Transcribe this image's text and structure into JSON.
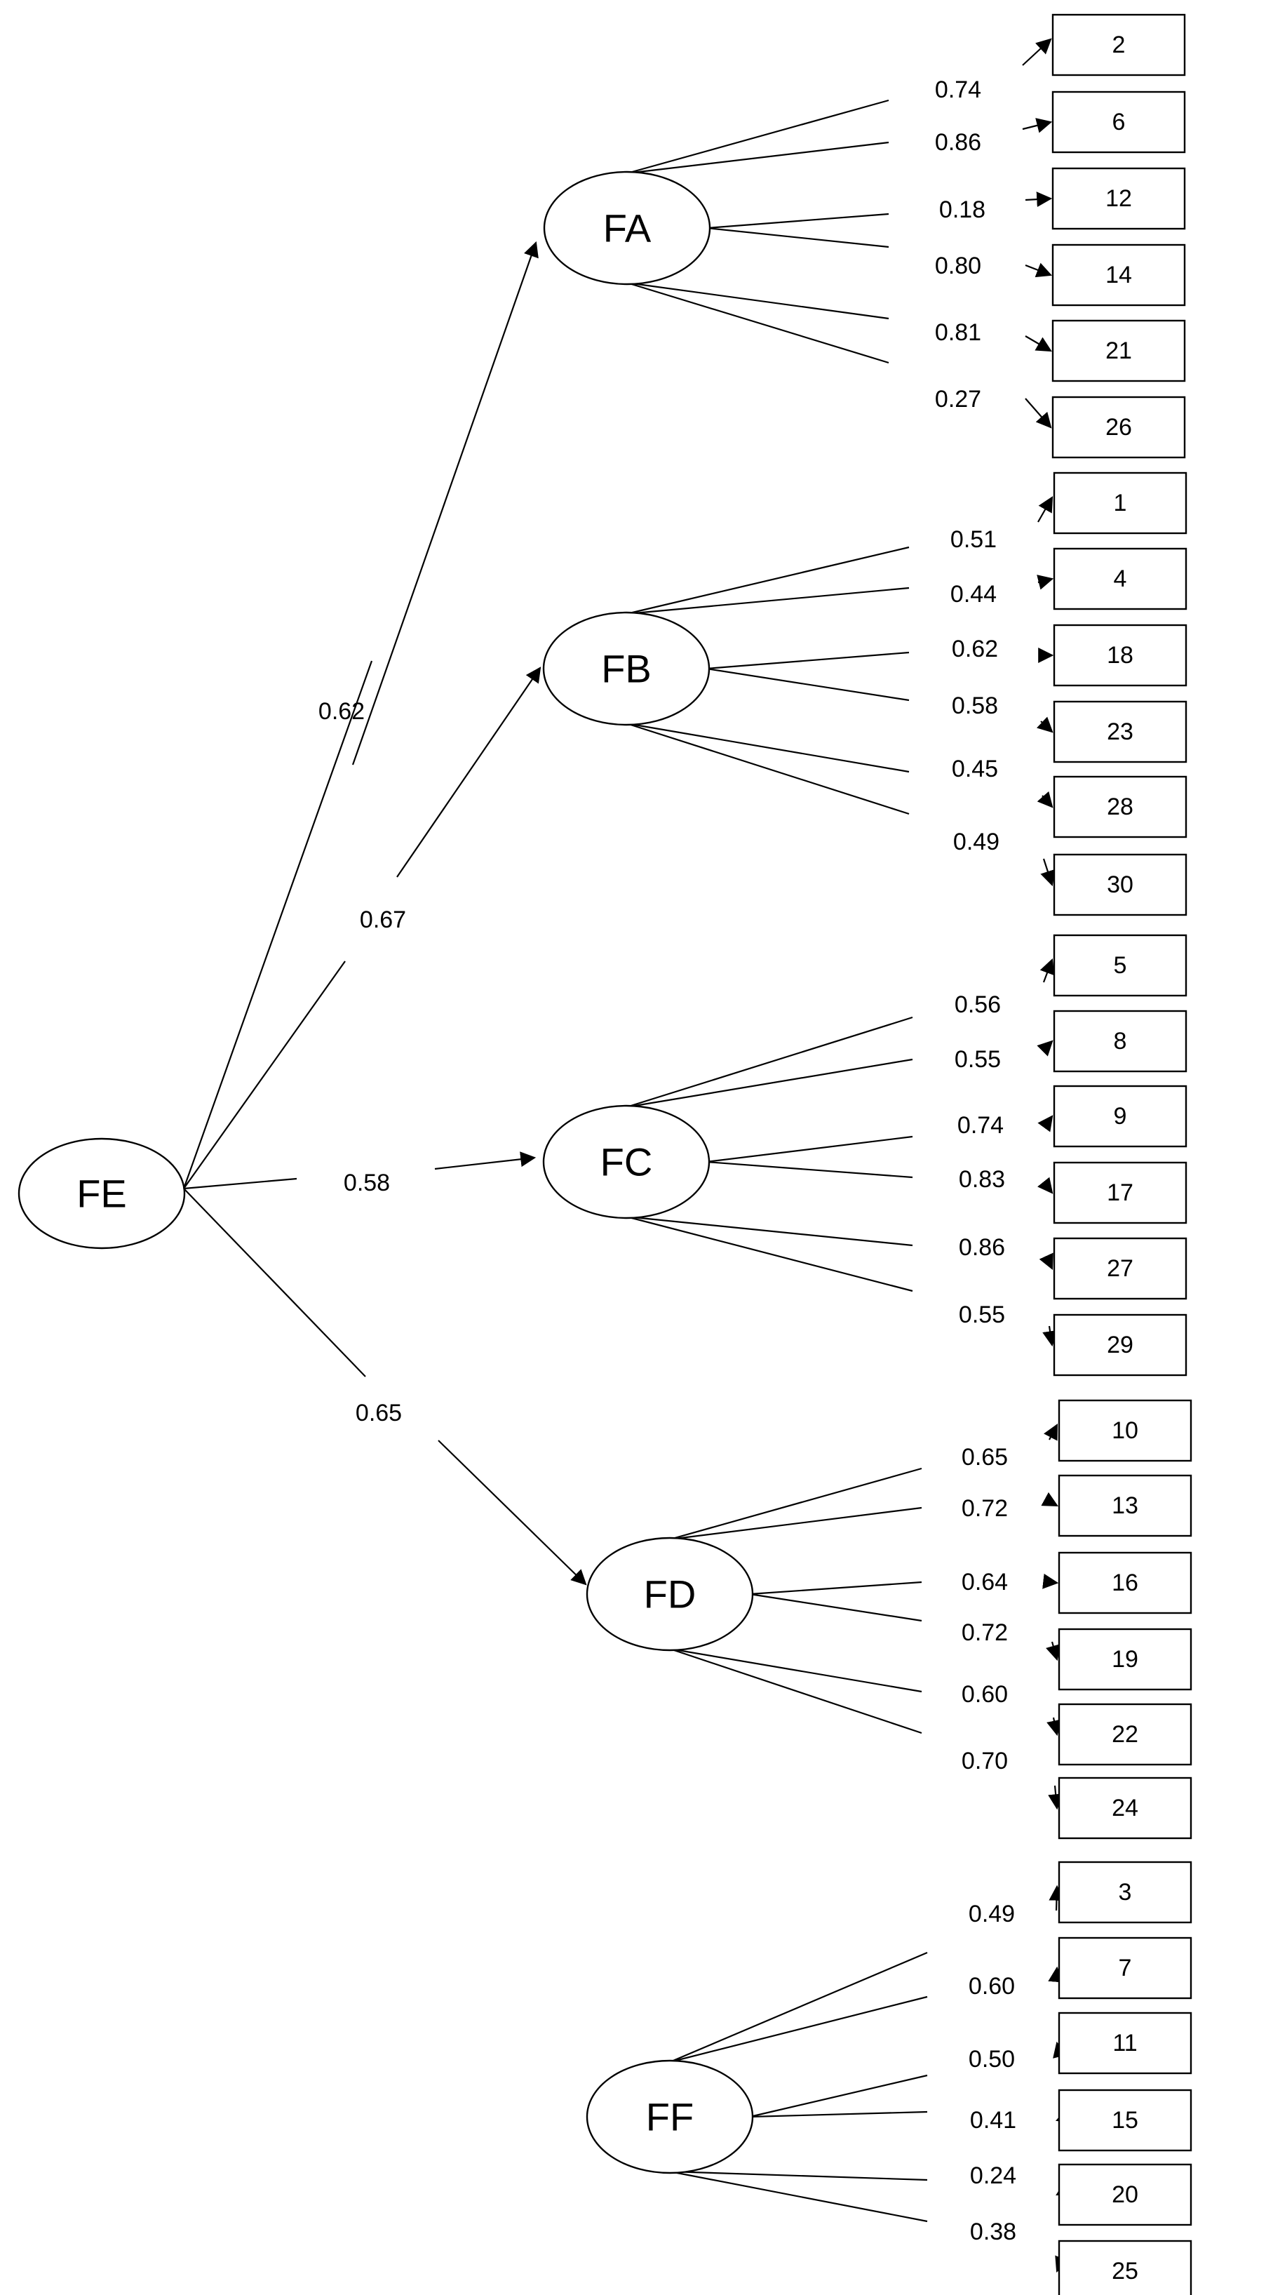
{
  "root": {
    "id": "FE"
  },
  "colors": {
    "line": "#000000",
    "fill": "#ffffff"
  },
  "top_loadings": [
    {
      "to": "FA",
      "value": "0.62"
    },
    {
      "to": "FB",
      "value": "0.67"
    },
    {
      "to": "FC",
      "value": "0.58"
    },
    {
      "to": "FD",
      "value": "0.65"
    }
  ],
  "factors": [
    {
      "id": "FA",
      "items": [
        {
          "box": "2",
          "loading": "0.74"
        },
        {
          "box": "6",
          "loading": "0.86"
        },
        {
          "box": "12",
          "loading": "0.18"
        },
        {
          "box": "14",
          "loading": "0.80"
        },
        {
          "box": "21",
          "loading": "0.81"
        },
        {
          "box": "26",
          "loading": "0.27"
        }
      ]
    },
    {
      "id": "FB",
      "items": [
        {
          "box": "1",
          "loading": "0.51"
        },
        {
          "box": "4",
          "loading": "0.44"
        },
        {
          "box": "18",
          "loading": "0.62"
        },
        {
          "box": "23",
          "loading": "0.58"
        },
        {
          "box": "28",
          "loading": "0.45"
        },
        {
          "box": "30",
          "loading": "0.49"
        }
      ]
    },
    {
      "id": "FC",
      "items": [
        {
          "box": "5",
          "loading": "0.56"
        },
        {
          "box": "8",
          "loading": "0.55"
        },
        {
          "box": "9",
          "loading": "0.74"
        },
        {
          "box": "17",
          "loading": "0.83"
        },
        {
          "box": "27",
          "loading": "0.86"
        },
        {
          "box": "29",
          "loading": "0.55"
        }
      ]
    },
    {
      "id": "FD",
      "items": [
        {
          "box": "10",
          "loading": "0.65"
        },
        {
          "box": "13",
          "loading": "0.72"
        },
        {
          "box": "16",
          "loading": "0.64"
        },
        {
          "box": "19",
          "loading": "0.72"
        },
        {
          "box": "22",
          "loading": "0.60"
        },
        {
          "box": "24",
          "loading": "0.70"
        }
      ]
    },
    {
      "id": "FF",
      "items": [
        {
          "box": "3",
          "loading": "0.49"
        },
        {
          "box": "7",
          "loading": "0.60"
        },
        {
          "box": "11",
          "loading": "0.50"
        },
        {
          "box": "15",
          "loading": "0.41"
        },
        {
          "box": "20",
          "loading": "0.24"
        },
        {
          "box": "25",
          "loading": "0.38"
        }
      ]
    }
  ]
}
